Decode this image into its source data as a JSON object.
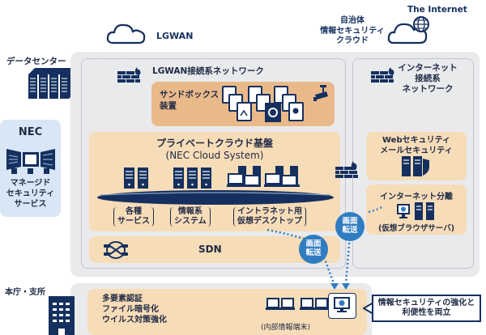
{
  "clouds": {
    "lgwan": {
      "label": "LGWAN",
      "icon": "cloud-icon"
    },
    "prefectural": {
      "label_lines": [
        "自治体",
        "情報セキュリティ",
        "クラウド"
      ],
      "icon": "cloud-globe-icon"
    },
    "internet": {
      "label": "The Internet",
      "icon": "globe-icon"
    }
  },
  "data_center": {
    "label": "データセンター",
    "icon": "server-rack-icon"
  },
  "nec": {
    "title": "NEC",
    "icon": "monitoring-screens-icon",
    "label_lines": [
      "マネージド",
      "セキュリティ",
      "サービス"
    ]
  },
  "lgwan_network": {
    "label": "LGWAN接続系ネットワーク",
    "icon": "firewall-icon",
    "sandbox": {
      "label_lines": [
        "サンドボックス",
        "装置"
      ],
      "icons": [
        "document-icon",
        "malware-icon",
        "camera-icon"
      ]
    },
    "private_cloud": {
      "title": "プライベートクラウド基盤",
      "subtitle": "(NEC Cloud System)",
      "groups": [
        {
          "label_lines": [
            "各種",
            "サービス"
          ],
          "icon": "server-icon"
        },
        {
          "label_lines": [
            "情報系",
            "システム"
          ],
          "icon": "server-icon"
        },
        {
          "label_lines": [
            "イントラネット用",
            "仮想デスクトップ"
          ],
          "icon": "virtual-desktop-icon"
        }
      ]
    },
    "sdn": {
      "label": "SDN",
      "icon": "sdn-switch-icon"
    }
  },
  "internet_network": {
    "label_lines": [
      "インターネット",
      "接続系",
      "ネットワーク"
    ],
    "icon": "firewall-icon",
    "web_security": {
      "label_lines": [
        "Webセキュリティ",
        "メールセキュリティ"
      ],
      "icon": "server-shield-icon"
    },
    "internet_separation": {
      "title": "インターネット分離",
      "caption": "(仮想ブラウザサーバ)",
      "icon": "browser-server-icon"
    }
  },
  "screen_transfer": {
    "label_lines": [
      "画面",
      "転送"
    ]
  },
  "branch": {
    "label": "本庁・支所",
    "icon": "building-icon",
    "features": [
      "多要素認証",
      "ファイル暗号化",
      "ウイルス対策強化"
    ],
    "terminals_caption": "(内部情報端末)"
  },
  "callout": {
    "lines": [
      "情報セキュリティの強化と",
      "利便性を両立"
    ]
  },
  "colors": {
    "navy": "#15305f",
    "peach": "#f7dcb8",
    "peach_dark": "#eab98a",
    "panel_gray": "#e9eaec",
    "nec_blue": "#d8e6f5",
    "accent_blue": "#2f7cc1"
  }
}
